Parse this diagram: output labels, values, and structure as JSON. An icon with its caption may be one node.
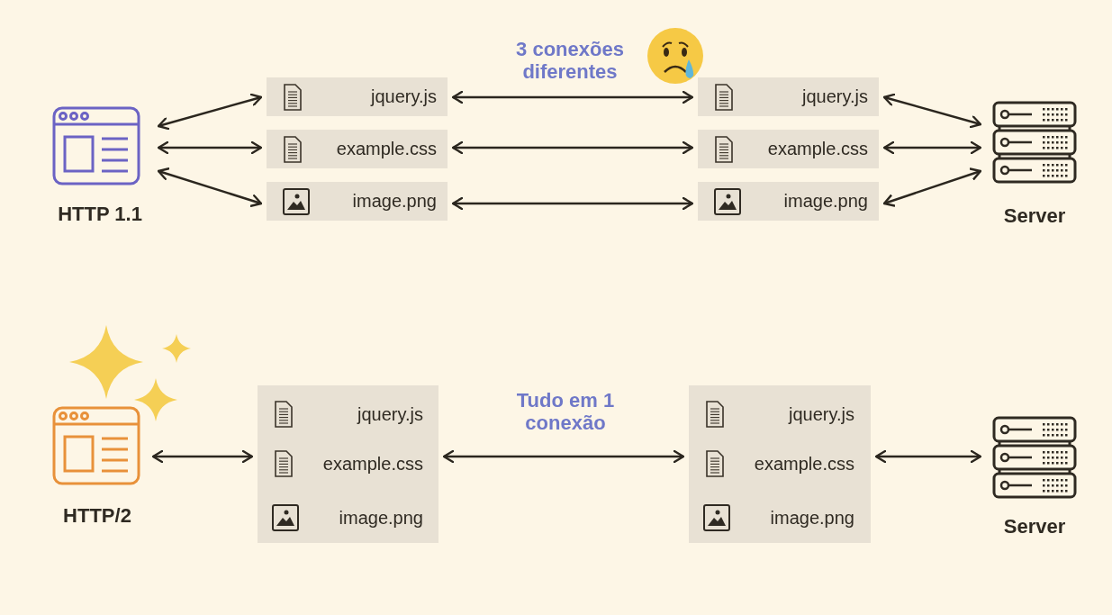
{
  "diagram": {
    "nodes": [
      {
        "text": [
          "HTTP 1.1"
        ]
      },
      {
        "text": [
          "jquery.js"
        ]
      },
      {
        "text": [
          "example.css"
        ]
      },
      {
        "text": [
          "image.png"
        ]
      },
      {
        "text": [
          "jquery.js"
        ]
      },
      {
        "text": [
          "example.css"
        ]
      },
      {
        "text": [
          "image.png"
        ]
      },
      {
        "text": [
          "Server"
        ]
      },
      {
        "text": [
          "HTTP/2"
        ]
      },
      {
        "text": [],
        "shape": "box"
      },
      {
        "text": [
          "jquery.js"
        ],
        "in": 9
      },
      {
        "text": [
          "example.css"
        ],
        "in": 9
      },
      {
        "text": [
          "image.png"
        ],
        "in": 9
      },
      {
        "text": [],
        "shape": "box"
      },
      {
        "text": [
          "jquery.js"
        ],
        "in": 13
      },
      {
        "text": [
          "example.css"
        ],
        "in": 13
      },
      {
        "text": [
          "image.png"
        ],
        "in": 13
      },
      {
        "text": [
          "Server"
        ]
      }
    ],
    "edges": [
      {
        "from": 0,
        "to": 1,
        "arrow": "both"
      },
      {
        "from": 0,
        "to": 2,
        "arrow": "both"
      },
      {
        "from": 0,
        "to": 3,
        "arrow": "both"
      },
      {
        "from": 1,
        "to": 4,
        "arrow": "both"
      },
      {
        "from": 2,
        "to": 5,
        "arrow": "both"
      },
      {
        "from": 3,
        "to": 6,
        "arrow": "both"
      },
      {
        "from": 4,
        "to": 7,
        "arrow": "both"
      },
      {
        "from": 5,
        "to": 7,
        "arrow": "both"
      },
      {
        "from": 6,
        "to": 7,
        "arrow": "both"
      },
      {
        "from": 8,
        "to": 9,
        "arrow": "both"
      },
      {
        "from": 9,
        "to": 13,
        "arrow": "both"
      },
      {
        "from": 13,
        "to": 17,
        "arrow": "both"
      }
    ],
    "labels": [
      "3 conexões diferentes",
      "Tudo em 1 conexão"
    ]
  }
}
